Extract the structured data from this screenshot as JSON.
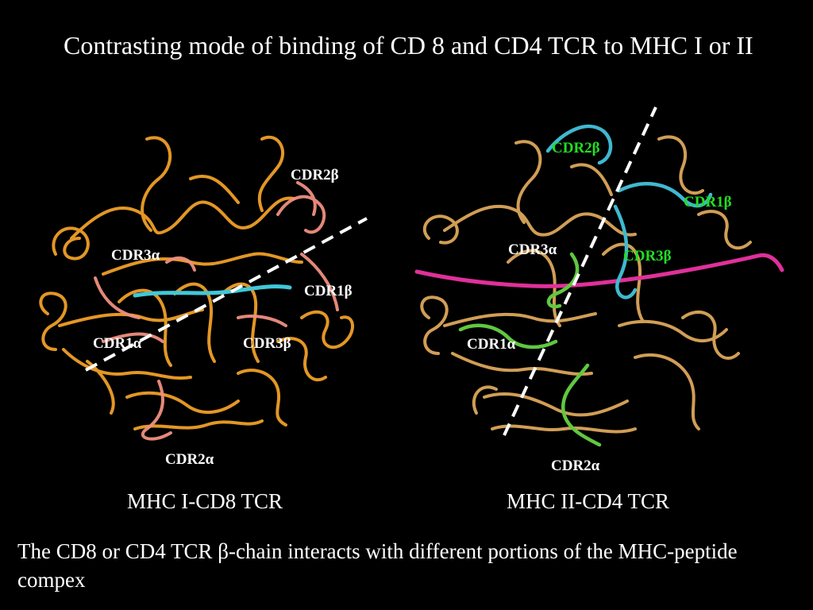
{
  "slide": {
    "title": "Contrasting mode of binding of CD 8 and CD4 TCR to MHC I or II",
    "left_caption": "MHC I-CD8 TCR",
    "right_caption": "MHC II-CD4 TCR",
    "note": "The CD8 or CD4 TCR β-chain interacts with different portions of the MHC-peptide compex"
  },
  "left_panel": {
    "labels": {
      "cdr2b": "CDR2β",
      "cdr3a": "CDR3α",
      "cdr1b": "CDR1β",
      "cdr1a": "CDR1α",
      "cdr3b": "CDR3β",
      "cdr2a": "CDR2α"
    }
  },
  "right_panel": {
    "labels": {
      "cdr2b": "CDR2β",
      "cdr1b": "CDR1β",
      "cdr3a": "CDR3α",
      "cdr3b": "CDR3β",
      "cdr1a": "CDR1α",
      "cdr2a": "CDR2α"
    }
  },
  "colors": {
    "background": "#000000",
    "left_backbone": "#f0a028",
    "right_backbone": "#e8b060",
    "left_cdr": "#f09080",
    "peptide_left": "#40c8d8",
    "peptide_right": "#e0309a",
    "right_cdr_alpha": "#60c840",
    "right_cdr_beta": "#40b8d0",
    "green_label": "#22dd22",
    "white_label": "#ffffff"
  }
}
